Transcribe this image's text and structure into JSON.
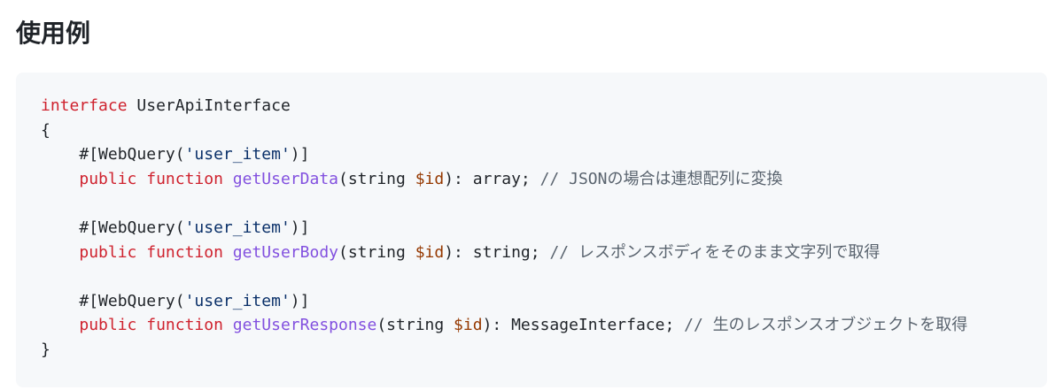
{
  "heading": "使用例",
  "code": {
    "interface_keyword": "interface",
    "interface_name": "UserApiInterface",
    "open_brace": "{",
    "close_brace": "}",
    "attribute_prefix": "#[WebQuery(",
    "attribute_arg": "'user_item'",
    "attribute_suffix": ")]",
    "public_keyword": "public",
    "function_keyword": "function",
    "param_open": "(string ",
    "param_var": "$id",
    "methods": [
      {
        "name": "getUserData",
        "return_part": "): array; ",
        "comment": "// JSONの場合は連想配列に変換"
      },
      {
        "name": "getUserBody",
        "return_part": "): string; ",
        "comment": "// レスポンスボディをそのまま文字列で取得"
      },
      {
        "name": "getUserResponse",
        "return_part": "): MessageInterface; ",
        "comment": "// 生のレスポンスオブジェクトを取得"
      }
    ]
  }
}
